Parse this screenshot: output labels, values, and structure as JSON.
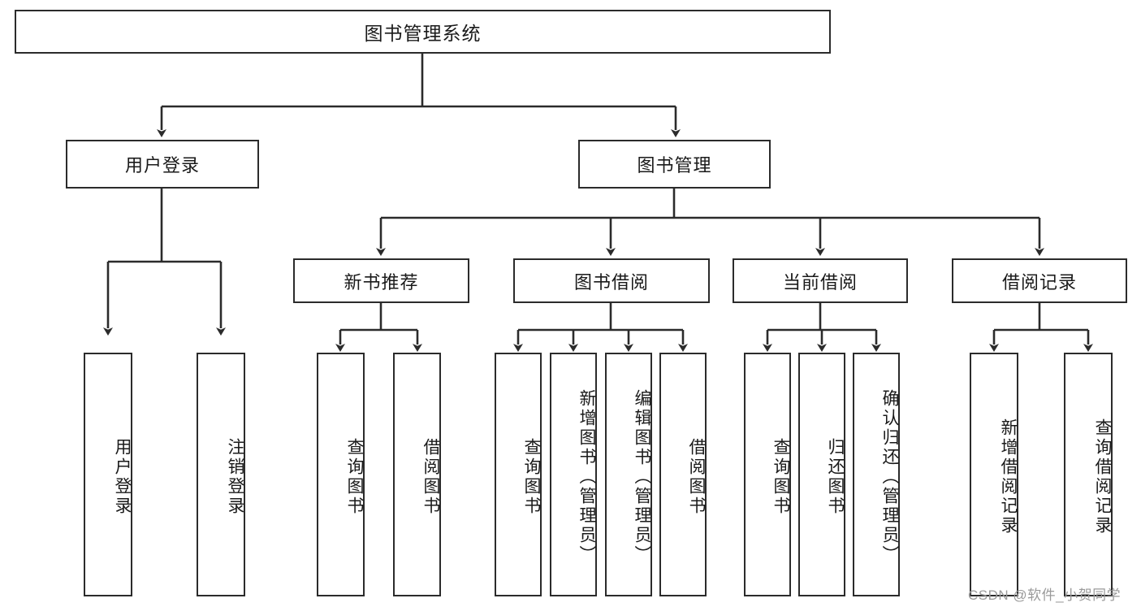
{
  "diagram": {
    "title": "图书管理系统",
    "type": "hierarchy-tree",
    "orientation": "top-down",
    "levels": 4,
    "colors": {
      "box_border": "#2b2b2b",
      "box_fill": "#ffffff",
      "connector": "#2b2b2b",
      "background": "#ffffff",
      "watermark": "#9a9a9a"
    }
  },
  "root": {
    "label": "图书管理系统"
  },
  "level2": [
    {
      "label": "用户登录"
    },
    {
      "label": "图书管理"
    }
  ],
  "level3": [
    {
      "label": "新书推荐"
    },
    {
      "label": "图书借阅"
    },
    {
      "label": "当前借阅"
    },
    {
      "label": "借阅记录"
    }
  ],
  "leaves": {
    "user_login": [
      {
        "label": "用户登录"
      },
      {
        "label": "注销登录"
      }
    ],
    "new_book_recommend": [
      {
        "label": "查询图书"
      },
      {
        "label": "借阅图书"
      }
    ],
    "book_borrow": [
      {
        "label": "查询图书"
      },
      {
        "label": "新增图书（管理员）"
      },
      {
        "label": "编辑图书（管理员）"
      },
      {
        "label": "借阅图书"
      }
    ],
    "current_borrow": [
      {
        "label": "查询图书"
      },
      {
        "label": "归还图书"
      },
      {
        "label": "确认归还（管理员）"
      }
    ],
    "borrow_record": [
      {
        "label": "新增借阅记录"
      },
      {
        "label": "查询借阅记录"
      }
    ]
  },
  "watermark": {
    "text": "CSDN @软件_小贺同学"
  }
}
